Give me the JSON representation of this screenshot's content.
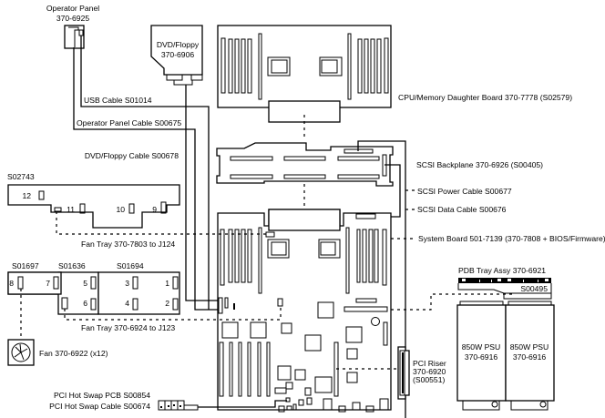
{
  "diagram": {
    "type": "hardware-component-layout",
    "components": {
      "operator_panel": {
        "name": "Operator Panel",
        "part": "370-6925"
      },
      "dvd_floppy": {
        "name": "DVD/Floppy",
        "part": "370-6906"
      },
      "cpu_board": {
        "label": "CPU/Memory Daughter Board 370-7778 (S02579)"
      },
      "scsi_backplane": {
        "label": "SCSI Backplane 370-6926 (S00405)"
      },
      "system_board": {
        "label": "System Board 501-7139 (370-7808 + BIOS/Firmware)"
      },
      "fan_tray_top": {
        "id": "S02743",
        "slots": [
          "12",
          "11",
          "10",
          "9"
        ],
        "label": "Fan Tray 370-7803 to J124"
      },
      "fan_tray_bottom": {
        "groups": [
          "S01697",
          "S01636",
          "S01694"
        ],
        "slots": [
          "8",
          "7",
          "5",
          "6",
          "3",
          "4",
          "1",
          "2"
        ],
        "label": "Fan Tray 370-6924 to J123"
      },
      "fan": {
        "label": "Fan 370-6922 (x12)"
      },
      "pdb_tray": {
        "label": "PDB Tray Assy 370-6921",
        "id": "S00495"
      },
      "psu_left": {
        "line1": "850W PSU",
        "line2": "370-6916"
      },
      "psu_right": {
        "line1": "850W PSU",
        "line2": "370-6916"
      },
      "pci_riser": {
        "line1": "PCI Riser",
        "line2": "370-6920",
        "line3": "(S00551)"
      },
      "pci_hot_swap": {
        "pcb": "PCI Hot Swap PCB S00854",
        "cable": "PCI Hot Swap Cable S00674"
      }
    },
    "cables": {
      "usb": "USB Cable S01014",
      "operator_panel": "Operator Panel Cable S00675",
      "dvd_floppy": "DVD/Floppy Cable S00678",
      "scsi_power": "SCSI Power Cable S00677",
      "scsi_data": "SCSI Data Cable S00676"
    }
  }
}
